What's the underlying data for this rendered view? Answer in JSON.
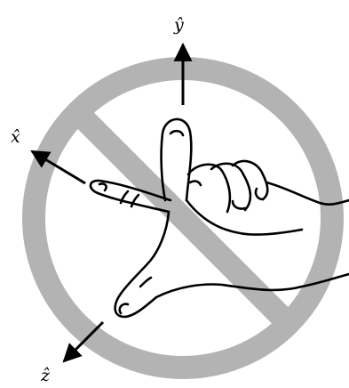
{
  "diagram": {
    "axes": {
      "y": {
        "label": "ŷ"
      },
      "x": {
        "label": "x̂"
      },
      "z": {
        "label": "ẑ"
      }
    },
    "colors": {
      "prohibition_sign": "#b3b3b3",
      "ink": "#000000",
      "background": "#ffffff"
    },
    "icons": {
      "sign": "prohibition-sign-icon",
      "hand": "left-hand-icon"
    }
  }
}
